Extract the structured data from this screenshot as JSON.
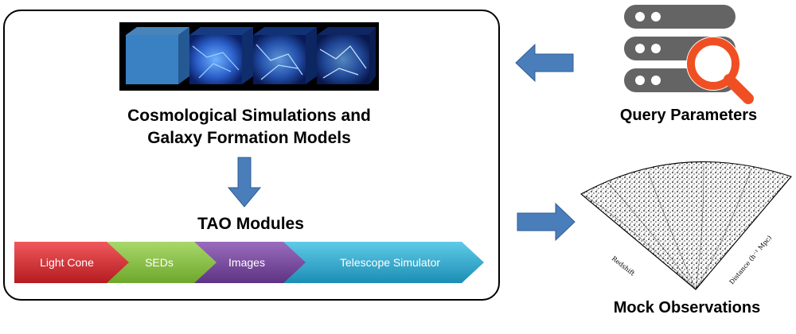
{
  "simulation": {
    "title_line1": "Cosmological Simulations and",
    "title_line2": "Galaxy Formation Models"
  },
  "tao": {
    "title": "TAO Modules",
    "modules": [
      {
        "label": "Light Cone",
        "color": "#d9252a"
      },
      {
        "label": "SEDs",
        "color": "#8cc63e"
      },
      {
        "label": "Images",
        "color": "#7b4a9e"
      },
      {
        "label": "Telescope Simulator",
        "color": "#31b0d2"
      }
    ]
  },
  "query": {
    "label": "Query Parameters",
    "icon": "database-search-icon"
  },
  "mock": {
    "label": "Mock Observations",
    "icon": "light-cone-wedge-icon",
    "axis_left": "Redshift",
    "axis_right": "Distance (h⁻¹ Mpc)"
  },
  "colors": {
    "arrow": "#4a7ebb",
    "db_gray": "#646464",
    "magnifier": "#f04f23"
  }
}
